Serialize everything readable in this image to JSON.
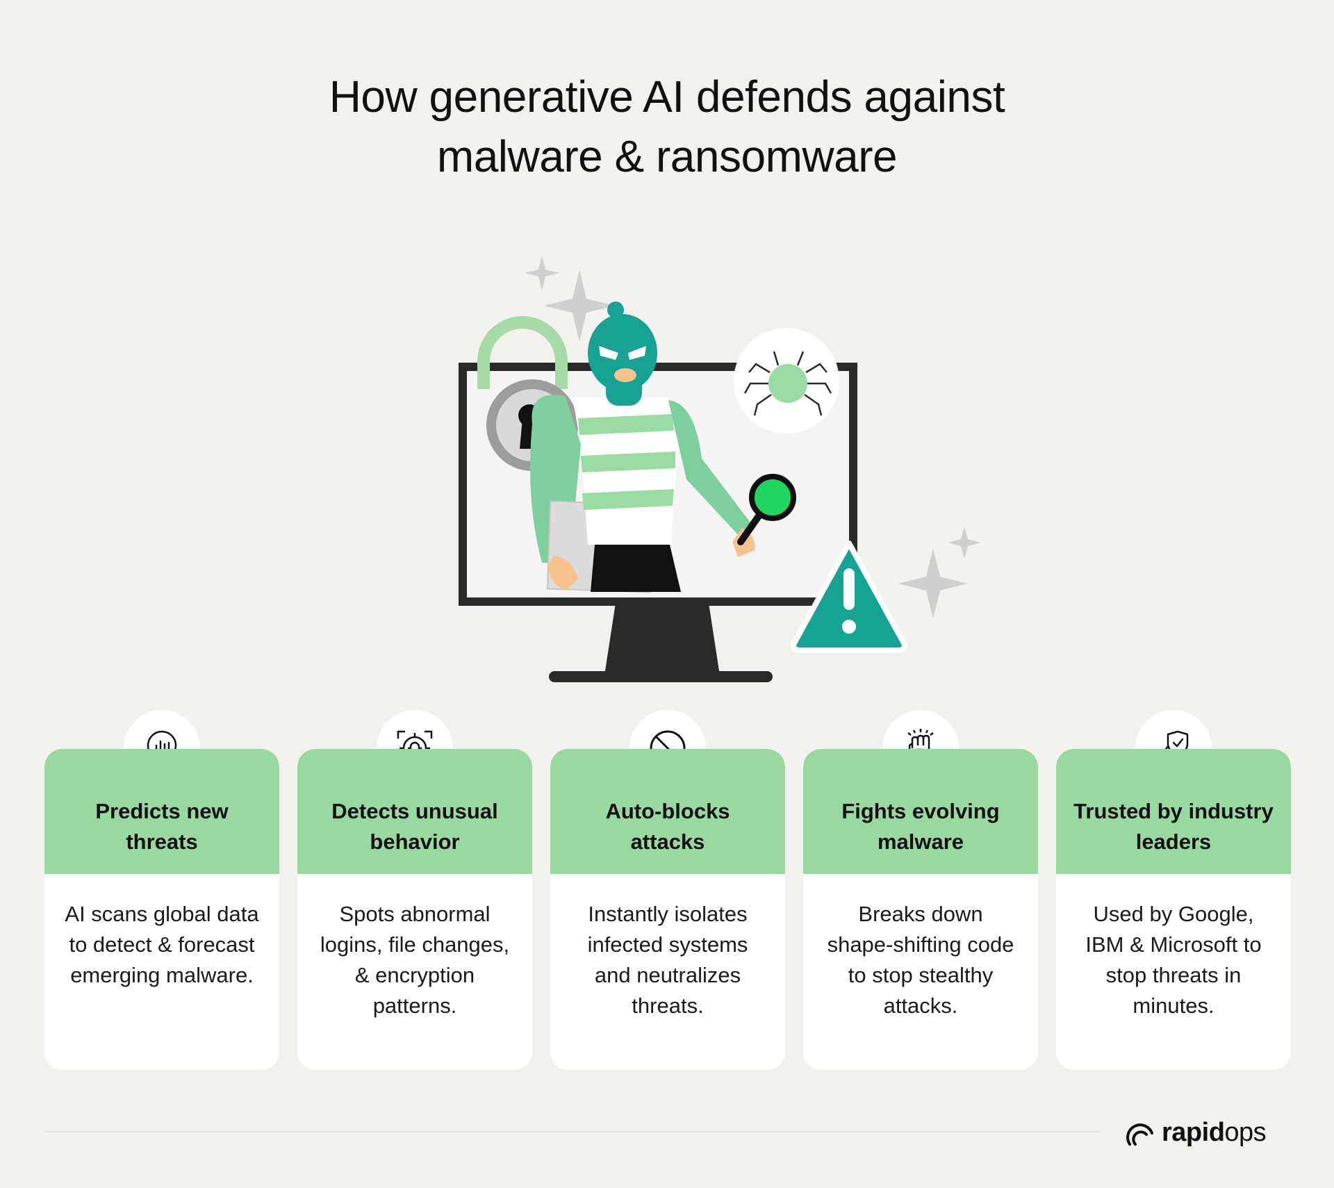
{
  "title": {
    "line1": "How generative AI defends against",
    "line2": "malware & ransomware"
  },
  "illustration": {
    "elements": [
      "monitor",
      "hacker",
      "padlock-icon",
      "bug-icon",
      "magnifier-icon",
      "warning-icon",
      "sparkle-icon"
    ],
    "colors": {
      "teal": "#16a393",
      "light_green": "#9adba4",
      "dark": "#2a2a2a",
      "grey": "#b8b8b8",
      "screen": "#f4f4f4"
    }
  },
  "cards": [
    {
      "icon": "crystal-ball-icon",
      "title": "Predicts new threats",
      "body": "AI scans global data to detect & forecast emerging malware."
    },
    {
      "icon": "bug-target-icon",
      "title": "Detects unusual behavior",
      "body": "Spots abnormal logins, file changes, & encryption patterns."
    },
    {
      "icon": "block-icon",
      "title": "Auto-blocks attacks",
      "body": "Instantly isolates infected systems and neutralizes threats."
    },
    {
      "icon": "fist-icon",
      "title": "Fights evolving malware",
      "body": "Breaks down shape-shifting code to stop stealthy attacks."
    },
    {
      "icon": "shield-thumbs-up-icon",
      "title": "Trusted by industry leaders",
      "body": "Used by Google, IBM & Microsoft to stop threats in minutes."
    }
  ],
  "brand": {
    "name_bold": "rapid",
    "name_light": "ops"
  },
  "colors": {
    "background": "#f2f1ed",
    "card_header": "#99d99f",
    "card_body": "#ffffff"
  }
}
